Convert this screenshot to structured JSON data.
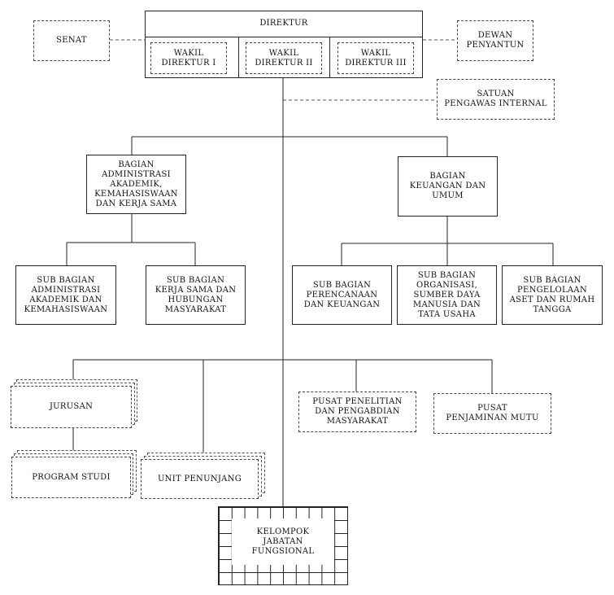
{
  "nodes": {
    "direktur": "DIREKTUR",
    "wakil_1": "WAKIL\nDIREKTUR I",
    "wakil_2": "WAKIL\nDIREKTUR II",
    "wakil_3": "WAKIL\nDIREKTUR III",
    "senat": "SENAT",
    "dewan_penyantun": "DEWAN\nPENYANTUN",
    "spi": "SATUAN\nPENGAWAS INTERNAL",
    "bagian_akademik": "BAGIAN\nADMINISTRASI\nAKADEMIK,\nKEMAHASISWAAN\nDAN KERJA SAMA",
    "bagian_keuangan": "BAGIAN\nKEUANGAN DAN\nUMUM",
    "sub_akademik": "SUB BAGIAN\nADMINISTRASI\nAKADEMIK DAN\nKEMAHASISWAAN",
    "sub_kerjasama": "SUB BAGIAN\nKERJA SAMA DAN\nHUBUNGAN\nMASYARAKAT",
    "sub_perencanaan": "SUB BAGIAN\nPERENCANAAN\nDAN KEUANGAN",
    "sub_organisasi": "SUB BAGIAN\nORGANISASI,\nSUMBER DAYA\nMANUSIA DAN\nTATA USAHA",
    "sub_aset": "SUB BAGIAN\nPENGELOLAAN\nASET DAN RUMAH\nTANGGA",
    "jurusan": "JURUSAN",
    "program_studi": "PROGRAM STUDI",
    "unit_penunjang": "UNIT PENUNJANG",
    "p3m": "PUSAT PENELITIAN\nDAN PENGABDIAN\nMASYARAKAT",
    "pjm": "PUSAT\nPENJAMINAN MUTU",
    "jabatan_fungsional": "KELOMPOK\nJABATAN\nFUNGSIONAL"
  }
}
